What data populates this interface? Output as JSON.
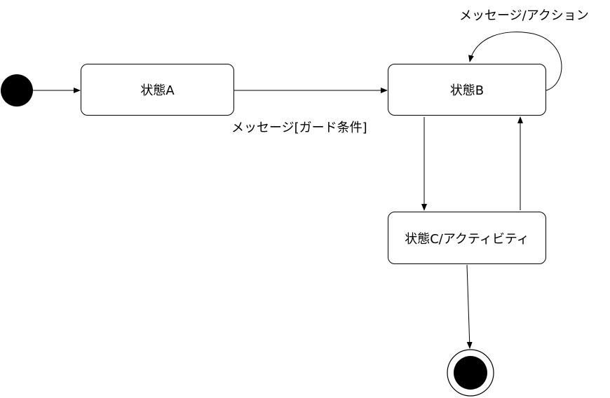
{
  "diagram": {
    "states": {
      "a": "状態A",
      "b": "状態B",
      "c": "状態C/アクティビティ"
    },
    "transitions": {
      "a_to_b": "メッセージ[ガード条件]",
      "b_self": "メッセージ/アクション"
    }
  }
}
